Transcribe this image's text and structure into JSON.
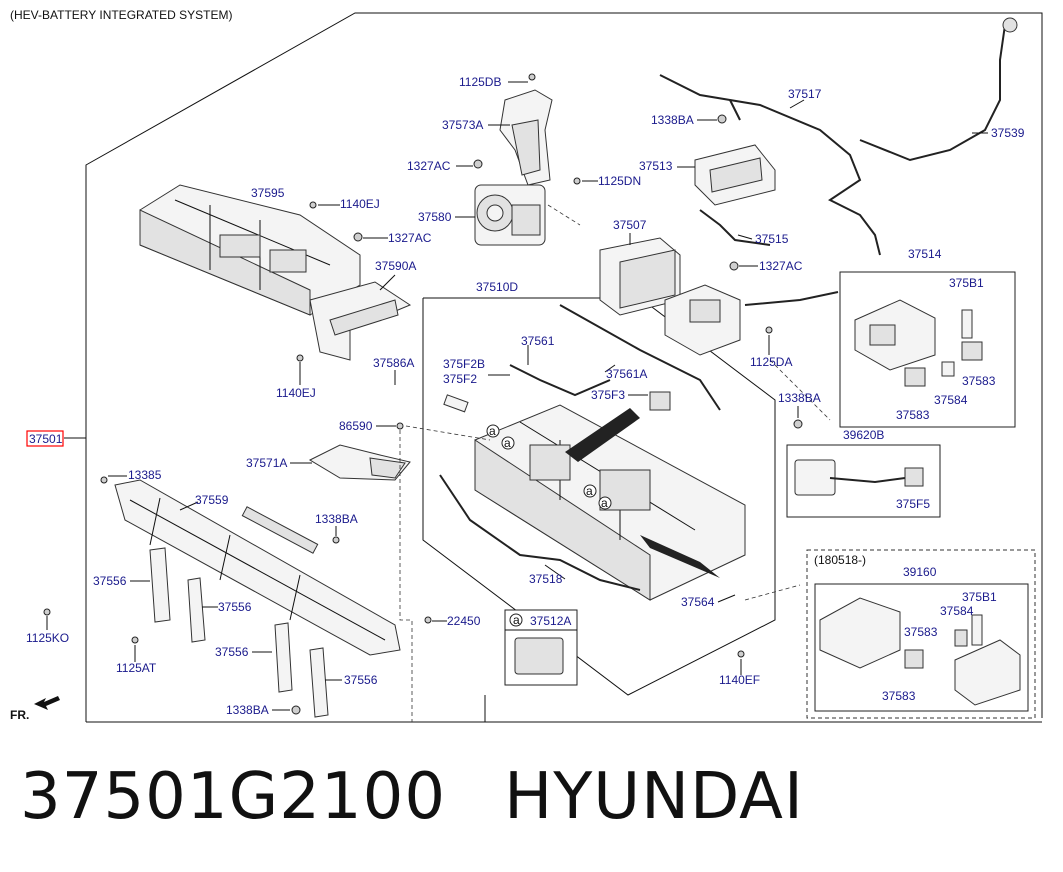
{
  "header": {
    "title": "(HEV-BATTERY INTEGRATED SYSTEM)"
  },
  "assembly": {
    "main_label": "37501",
    "highlight_color": "#ff0000"
  },
  "labels": {
    "p1125DB": "1125DB",
    "p37573A": "37573A",
    "p1327AC_a": "1327AC",
    "p1125DN": "1125DN",
    "p37580": "37580",
    "p37595": "37595",
    "p1140EJ_a": "1140EJ",
    "p1327AC_b": "1327AC",
    "p37590A": "37590A",
    "p1140EJ_b": "1140EJ",
    "p37586A": "37586A",
    "p86590": "86590",
    "p37571A": "37571A",
    "p13385": "13385",
    "p37559": "37559",
    "p1338BA_a": "1338BA",
    "p37556_a": "37556",
    "p37556_b": "37556",
    "p37556_c": "37556",
    "p37556_d": "37556",
    "p1125KO": "1125KO",
    "p1125AT": "1125AT",
    "p1338BA_b": "1338BA",
    "p22450": "22450",
    "p37510D": "37510D",
    "p37561": "37561",
    "p375F2B": "375F2B",
    "p375F2": "375F2",
    "p375F3": "375F3",
    "p37561A": "37561A",
    "p37518": "37518",
    "p37512A": "37512A",
    "p37564": "37564",
    "p1140EF": "1140EF",
    "p37507": "37507",
    "p1125DA": "1125DA",
    "p1338BA_c": "1338BA",
    "p37513": "37513",
    "p37515": "37515",
    "p1327AC_c": "1327AC",
    "p1338BA_d": "1338BA",
    "p37517": "37517",
    "p37539": "37539",
    "p37514": "37514",
    "p375B1_a": "375B1",
    "p37583_a": "37583",
    "p37584_a": "37584",
    "p37583_b": "37583",
    "p39620B": "39620B",
    "p375F5": "375F5",
    "p180518": "(180518-)",
    "p39160": "39160",
    "p375B1_b": "375B1",
    "p37584_b": "37584",
    "p37583_c": "37583",
    "p37583_d": "37583",
    "circle_a": "a"
  },
  "orientation": {
    "label": "FR."
  },
  "footer": {
    "part_number": "37501G2100",
    "brand": "HYUNDAI"
  }
}
